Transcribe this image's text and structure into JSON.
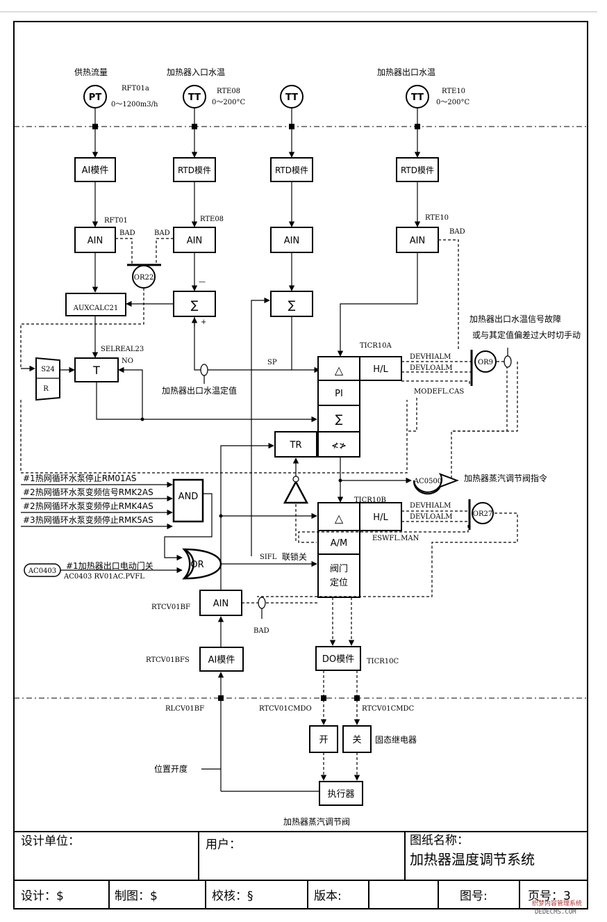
{
  "sensors": {
    "flow": {
      "title": "供热流量",
      "symbol": "PT",
      "tag": "RFT01a",
      "range": "0～1200m3/h"
    },
    "inlet": {
      "title": "加热器入口水温",
      "symbol": "TT",
      "tag": "RTE08",
      "range": "0～200°C"
    },
    "middle": {
      "symbol": "TT"
    },
    "outlet": {
      "title": "加热器出口水温",
      "symbol": "TT",
      "tag": "RTE10",
      "range": "0～200°C"
    }
  },
  "modules": {
    "ai1": "AI模件",
    "rtd1": "RTD模件",
    "rtd2": "RTD模件",
    "rtd3": "RTD模件",
    "ai_bottom": "AI模件",
    "do": "DO模件"
  },
  "blocks": {
    "ain": "AIN",
    "auxcalc": "AUXCALC21",
    "sum": "∑",
    "t": "T",
    "s24": "S24",
    "r": "R",
    "delta": "△",
    "hl": "H/L",
    "pi": "PI",
    "tr": "TR",
    "rate": "≮≯",
    "am": "A/M",
    "valve_pos": "阀门\n定位",
    "and": "AND",
    "or": "OR",
    "or22": "OR22",
    "or9": "OR9",
    "or27": "OR27",
    "ac0500": "AC0500",
    "ac0403": "AC0403",
    "open": "开",
    "close": "关",
    "actuator": "执行器"
  },
  "labels": {
    "rft01": "RFT01",
    "rte08": "RTE08",
    "rte10": "RTE10",
    "bad": "BAD",
    "minus": "—",
    "plus": "+",
    "selreal": "SELREAL23",
    "no": "NO",
    "sp": "SP",
    "setpoint": "加热器出口水温定值",
    "ticr10a": "TICR10A",
    "devhialm": "DEVHIALM",
    "devloalm": "DEVLOALM",
    "modefl": "MODEFL.CAS",
    "fault_note_1": "加热器出口水温信号故障",
    "fault_note_2": "或与其定值偏差过大时切手动",
    "steam_cmd": "加热器蒸汽调节阀指令",
    "ticr10b": "TICR10B",
    "eswfl": "ESWFL.MAN",
    "sifl": "SIFL",
    "interlock": "联锁关",
    "pump1": "#1热网循环水泵停止RM01AS",
    "pump2": "#2热网循环水泵变频信号RMK2AS",
    "pump3": "#2热网循环水泵变频停止RMK4AS",
    "pump4": "#3热网循环水泵变频停止RMK5AS",
    "ac0403_note": "#1加热器出口电动门关",
    "ac0403_tag": "AC0403 RV01AC.PVFL",
    "rtcv01bf": "RTCV01BF",
    "rtcv01bfs": "RTCV01BFS",
    "ticr10c": "TICR10C",
    "rlcv01bf": "RLCV01BF",
    "rtcv01cmdo": "RTCV01CMDO",
    "rtcv01cmdc": "RTCV01CMDC",
    "ssr": "固态继电器",
    "position": "位置开度",
    "valve_title": "加热器蒸汽调节阀"
  },
  "title_block": {
    "design_unit": "设计单位：",
    "user": "用户：",
    "drawing_name_label": "图纸名称：",
    "drawing_name": "加热器温度调节系统",
    "designer": "设计：$",
    "drafter": "制图：$",
    "checker": "校核：§",
    "version": "版本:",
    "drawing_no": "图号:",
    "page": "页号：3"
  },
  "watermark": {
    "cn": "织梦内容管理系统",
    "en": "DEDECMS.COM"
  }
}
